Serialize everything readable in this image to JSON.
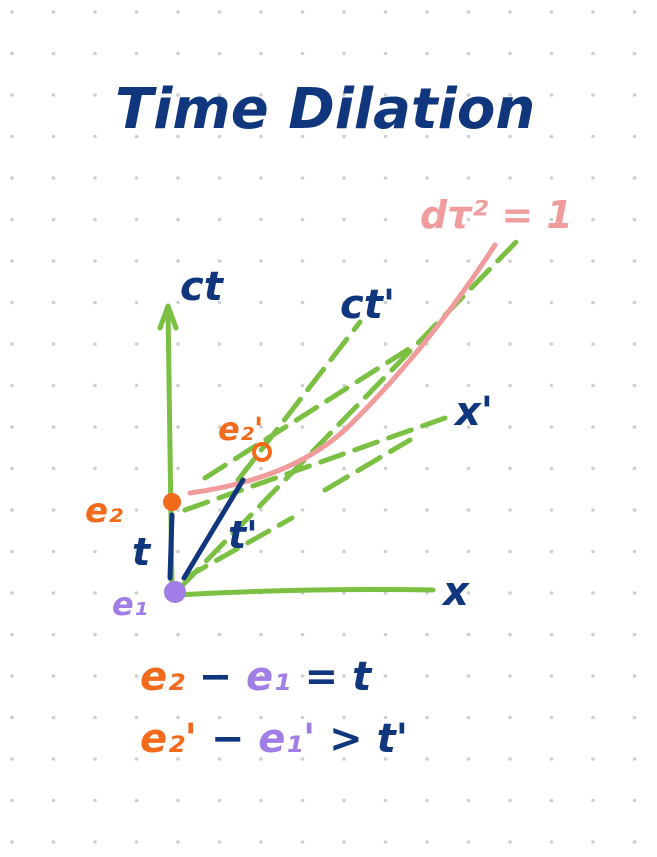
{
  "title": "Time Dilation",
  "curve_label": "dτ² = 1",
  "axes": {
    "ct": "ct",
    "ct_prime": "ct'",
    "x": "x",
    "x_prime": "x'"
  },
  "events": {
    "e1": "e₁",
    "e2": "e₂",
    "e2_prime": "e₂'"
  },
  "intervals": {
    "t": "t",
    "t_prime": "t'"
  },
  "equations": {
    "line1": {
      "a": "e₂",
      "minus": "−",
      "b": "e₁",
      "rel": "= t"
    },
    "line2": {
      "a": "e₂'",
      "minus": "−",
      "b": "e₁'",
      "rel": "> t'"
    }
  },
  "colors": {
    "navy": "#10367e",
    "green": "#7bc043",
    "orange": "#f26b1d",
    "purple": "#a07ee6",
    "pink": "#f19c9c",
    "dot": "#cfcfcf"
  }
}
